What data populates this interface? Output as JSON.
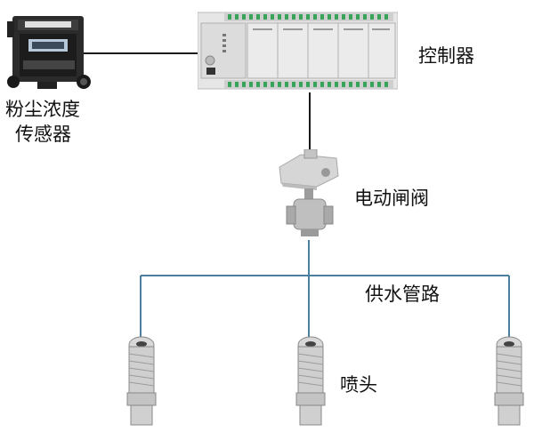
{
  "labels": {
    "sensor_line1": "粉尘浓度",
    "sensor_line2": "传感器",
    "controller": "控制器",
    "valve": "电动闸阀",
    "pipe": "供水管路",
    "nozzle": "喷头"
  },
  "colors": {
    "wire": "#1a1a1a",
    "pipe": "#4a7fa0",
    "sensor_body": "#2b2b2b",
    "plc_body": "#e6e6e6",
    "terminal_green": "#3aa35a",
    "nozzle_metal": "#c9c9c9"
  },
  "icons": {
    "sensor": "dust-sensor-icon",
    "controller": "plc-controller-icon",
    "valve": "electric-valve-icon",
    "nozzle": "spray-nozzle-icon"
  }
}
